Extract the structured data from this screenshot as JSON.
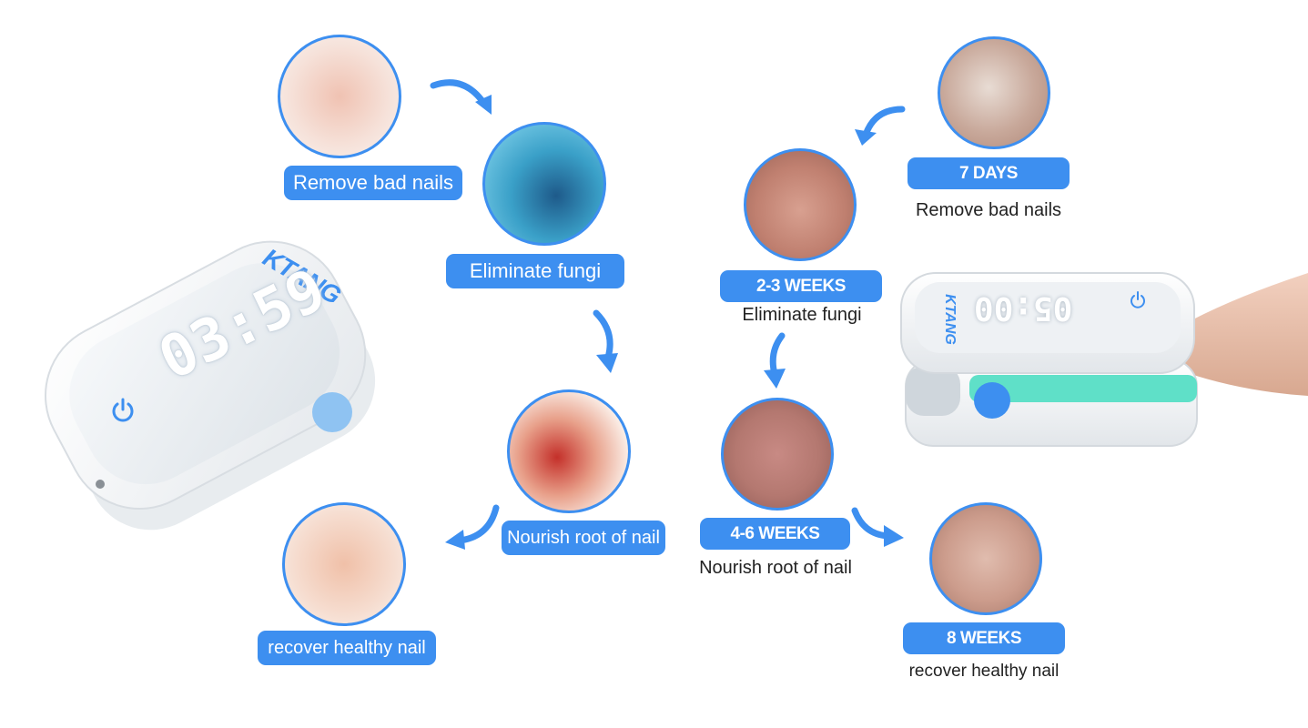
{
  "left_flow": {
    "step1_label": "Remove bad nails",
    "step2_label": "Eliminate fungi",
    "step3_label": "Nourish root of nail",
    "step4_label": "recover healthy nail"
  },
  "right_flow": {
    "stage1": {
      "badge": "7 DAYS",
      "caption": "Remove bad nails"
    },
    "stage2": {
      "badge": "2-3 WEEKS",
      "caption": "Eliminate fungi"
    },
    "stage3": {
      "badge": "4-6 WEEKS",
      "caption": "Nourish root of nail"
    },
    "stage4": {
      "badge": "8 WEEKS",
      "caption": "recover healthy nail"
    }
  },
  "device_left": {
    "brand": "KTANG",
    "display": "03:59"
  },
  "device_right": {
    "brand": "KTANG",
    "display": "05:00"
  },
  "colors": {
    "accent": "#3d8ff0",
    "light_teal": "#5fe0c8",
    "device_white": "#f4f6f8"
  },
  "icons": [
    "arrow-curve-icon",
    "power-icon"
  ]
}
